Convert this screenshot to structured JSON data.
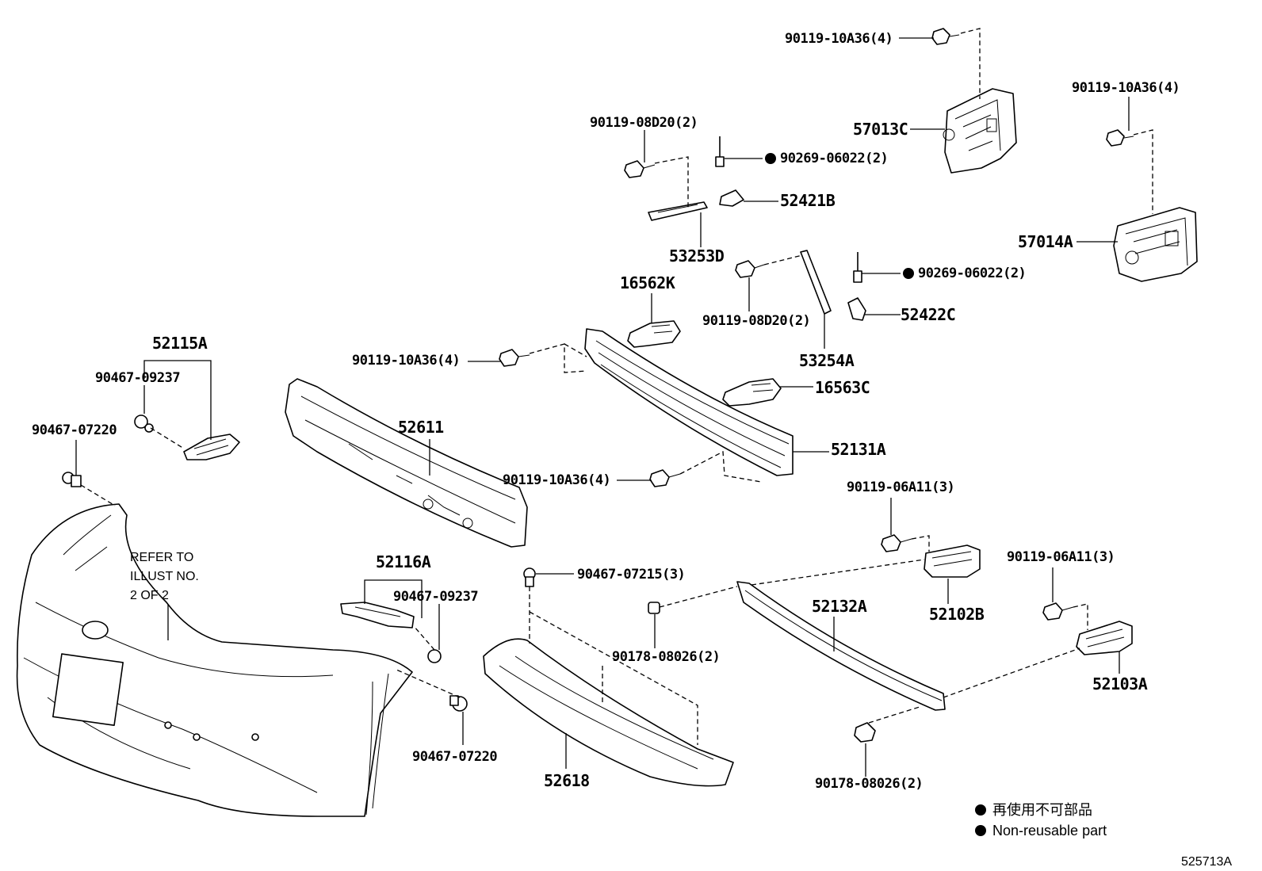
{
  "labels": {
    "p57013C": "57013C",
    "p57014A": "57014A",
    "b_top1": "90119-10A36(4)",
    "b_top2": "90119-10A36(4)",
    "b_08d20_1": "90119-08D20(2)",
    "c_90269_1": "90269-06022(2)",
    "p52421B": "52421B",
    "p53253D": "53253D",
    "p16562K": "16562K",
    "b_08d20_2": "90119-08D20(2)",
    "c_90269_2": "90269-06022(2)",
    "p52422C": "52422C",
    "p53254A": "53254A",
    "p16563C": "16563C",
    "b_10a36_left": "90119-10A36(4)",
    "b_10a36_mid": "90119-10A36(4)",
    "p52131A": "52131A",
    "p52611": "52611",
    "p52115A": "52115A",
    "s_09237_1": "90467-09237",
    "s_07220_1": "90467-07220",
    "note_line1": "REFER TO",
    "note_line2": "ILLUST NO.",
    "note_line3": "2 OF 2",
    "p52116A": "52116A",
    "s_09237_2": "90467-09237",
    "s_07220_2": "90467-07220",
    "s_07215": "90467-07215(3)",
    "n_08026_1": "90178-08026(2)",
    "p52618": "52618",
    "b_06a11_1": "90119-06A11(3)",
    "p52102B": "52102B",
    "p52132A": "52132A",
    "b_06a11_2": "90119-06A11(3)",
    "p52103A": "52103A",
    "n_08026_2": "90178-08026(2)"
  },
  "legend": {
    "line1": "再使用不可部品",
    "line2": "Non-reusable part"
  },
  "diagram_id": "525713A"
}
